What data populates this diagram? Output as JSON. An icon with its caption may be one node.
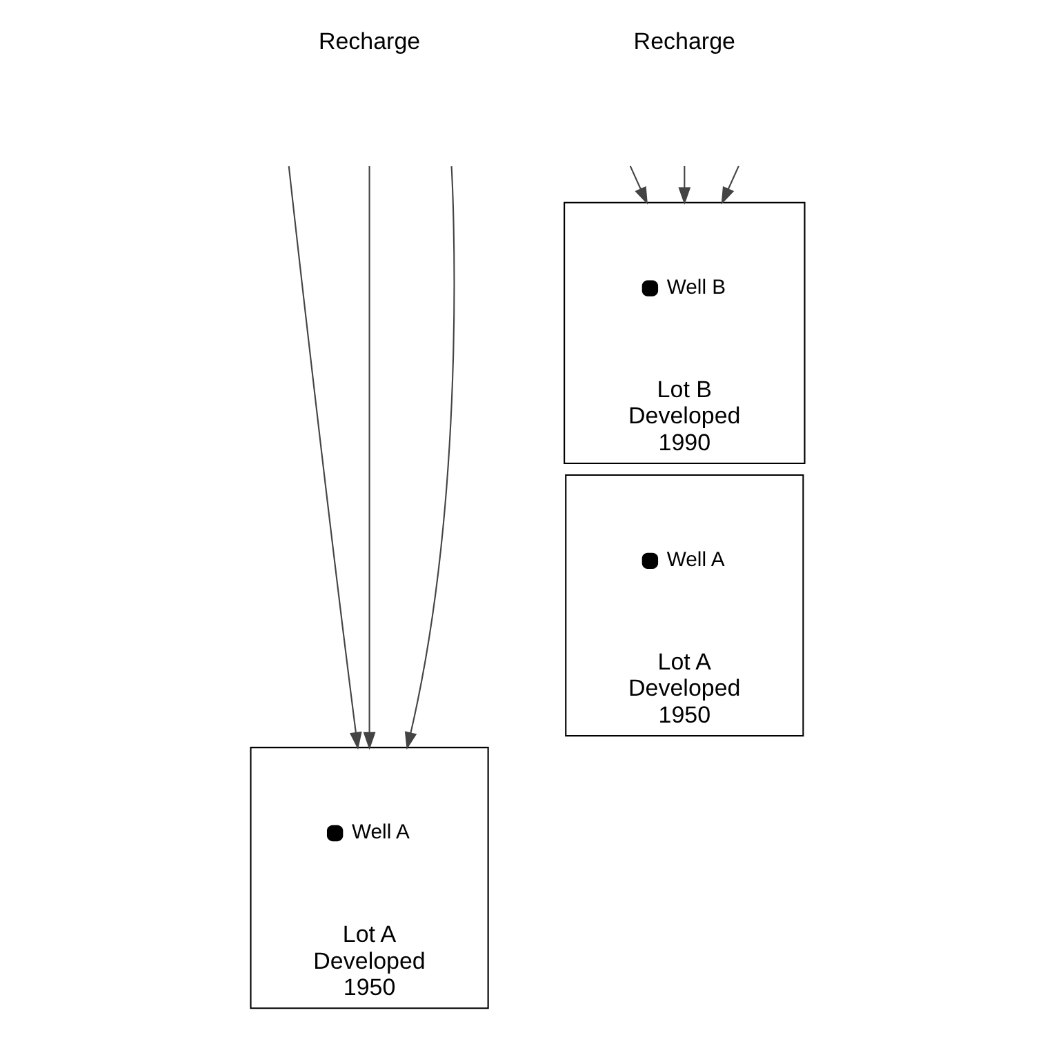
{
  "diagram": {
    "nodes": [
      {
        "text": [
          "Lot A Developed 1950"
        ]
      },
      {
        "text": [],
        "shape": "circle",
        "in": 0,
        "beside": [
          "Well A"
        ]
      },
      {
        "text": [
          "Lot B Developed 1990"
        ]
      },
      {
        "text": [],
        "shape": "circle",
        "in": 2,
        "beside": [
          "Well B"
        ]
      },
      {
        "text": [
          "Lot A Developed 1950"
        ]
      },
      {
        "text": [],
        "shape": "circle",
        "in": 4,
        "beside": [
          "Well A"
        ]
      }
    ],
    "edges": [
      {
        "from": null,
        "to": 0,
        "arrow": "to"
      },
      {
        "from": null,
        "to": 0,
        "arrow": "to"
      },
      {
        "from": null,
        "to": 0,
        "arrow": "to"
      },
      {
        "from": null,
        "to": 2,
        "arrow": "to"
      },
      {
        "from": null,
        "to": 2,
        "arrow": "to"
      },
      {
        "from": null,
        "to": 2,
        "arrow": "to"
      }
    ],
    "labels": [
      "Recharge",
      "Recharge"
    ]
  }
}
